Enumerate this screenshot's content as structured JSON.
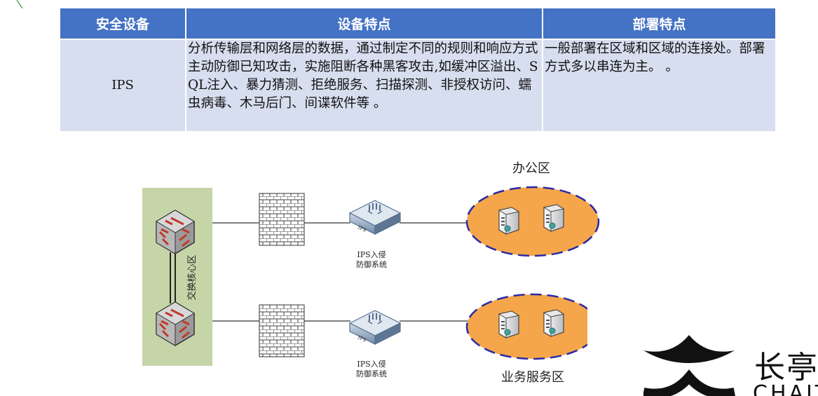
{
  "table": {
    "headers": [
      "安全设备",
      "设备特点",
      "部署特点"
    ],
    "rows": [
      {
        "device": "IPS",
        "features": "分析传输层和网络层的数据，通过制定不同的规则和响应方式主动防御已知攻击，实施阻断各种黑客攻击,如缓冲区溢出、SQL注入、暴力猜测、拒绝服务、扫描探测、非授权访问、蠕虫病毒、木马后门、间谍软件等 。",
        "deployment": "一般部署在区域和区域的连接处。部署方式多以串连为主。 。"
      }
    ]
  },
  "diagram": {
    "core_zone_label": "交换核心区",
    "ips_label_line1": "IPS入侵",
    "ips_label_line2": "防御系统",
    "ips_device_text": "IPS",
    "office_zone_label": "办公区",
    "business_zone_label": "业务服务区",
    "colors": {
      "core_zone_bg": "#c6d5a8",
      "zone_fill": "#f5a54a",
      "zone_border": "#2a2aa8",
      "table_header_bg": "#4472c4",
      "table_body_bg": "#d6deef"
    }
  },
  "watermark": {
    "text": "长亭科",
    "sub": "CHAIT"
  }
}
